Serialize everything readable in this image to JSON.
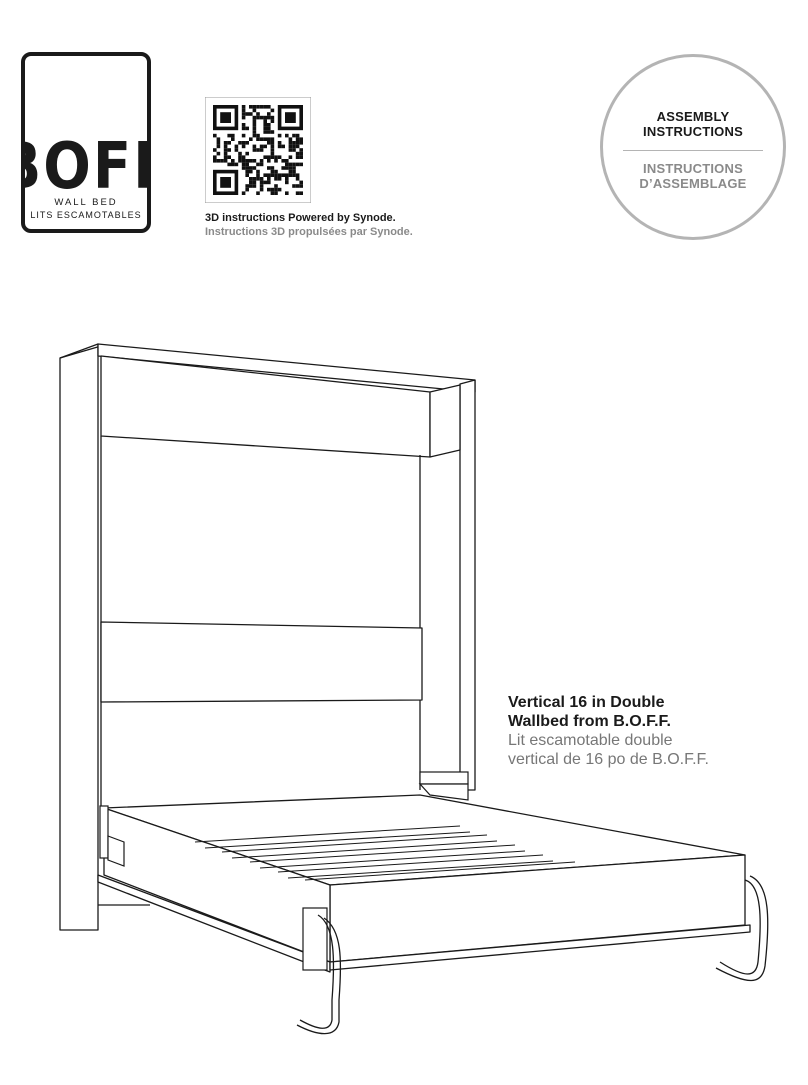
{
  "logo": {
    "wordmark": "BOFF",
    "line1": "WALL BED",
    "line2": "LITS ESCAMOTABLES"
  },
  "qr": {
    "caption_en": "3D instructions Powered by Synode.",
    "caption_fr": "Instructions 3D propulsées par Synode."
  },
  "badge": {
    "en_line1": "ASSEMBLY",
    "en_line2": "INSTRUCTIONS",
    "fr_line1": "INSTRUCTIONS",
    "fr_line2": "D’ASSEMBLAGE"
  },
  "product": {
    "en_line1": "Vertical 16 in Double",
    "en_line2": "Wallbed from B.O.F.F.",
    "fr_line1": "Lit escamotable double",
    "fr_line2": "vertical de 16 po de B.O.F.F."
  }
}
